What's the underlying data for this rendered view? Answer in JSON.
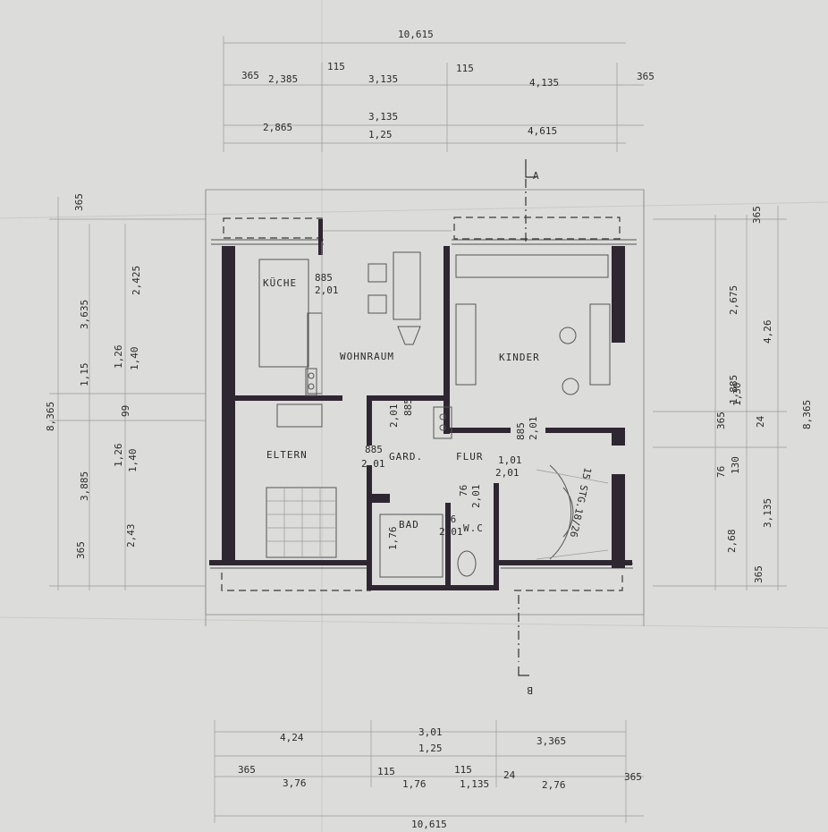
{
  "rooms": {
    "kueche": "KÜCHE",
    "wohnraum": "WOHNRAUM",
    "kinder": "KINDER",
    "eltern": "ELTERN",
    "gard": "GARD.",
    "flur": "FLUR",
    "bad": "BAD",
    "wc": "W.C"
  },
  "section_marks": {
    "top": "A",
    "bottom": "B"
  },
  "stair_label": "15 STG.18/26",
  "dims_top": {
    "overall": "10,615",
    "row1": [
      "365",
      "2,385",
      "115",
      "3,135",
      "115",
      "4,135",
      "365"
    ],
    "row2": [
      "2,865",
      "3,135",
      "4,615"
    ],
    "row3": [
      "1,25"
    ]
  },
  "dims_bottom": {
    "overall": "10,615",
    "row1": [
      "4,24",
      "3,01",
      "3,365"
    ],
    "row2": [
      "1,25"
    ],
    "row3": [
      "365",
      "3,76",
      "115",
      "1,76",
      "115",
      "1,135",
      "24",
      "2,76",
      "365"
    ]
  },
  "dims_left": {
    "outer": [
      "365",
      "8,365",
      "365"
    ],
    "middle": [
      "3,635",
      "1,15",
      "3,885"
    ],
    "inner": [
      "2,425",
      "1,26",
      "1,40",
      "99",
      "1,26",
      "1,40",
      "2,43"
    ]
  },
  "dims_right": {
    "outer": [
      "365",
      "8,365"
    ],
    "middle": [
      "2,675",
      "365",
      "1,885",
      "76",
      "2,68",
      "365"
    ],
    "inner": [
      "4,26",
      "1,30",
      "24",
      "130",
      "3,135"
    ]
  },
  "openings": {
    "kueche": [
      "885",
      "2,01"
    ],
    "wohn_flur": [
      "885",
      "2,01"
    ],
    "kinder": [
      "885",
      "2,01"
    ],
    "eltern": [
      "885",
      "2,01"
    ],
    "flur_right": [
      "1,01",
      "2,01"
    ],
    "wc_door": [
      "76",
      "2,01"
    ],
    "bad_wc": [
      "76",
      "2,01"
    ],
    "bad_height": "1,76"
  }
}
